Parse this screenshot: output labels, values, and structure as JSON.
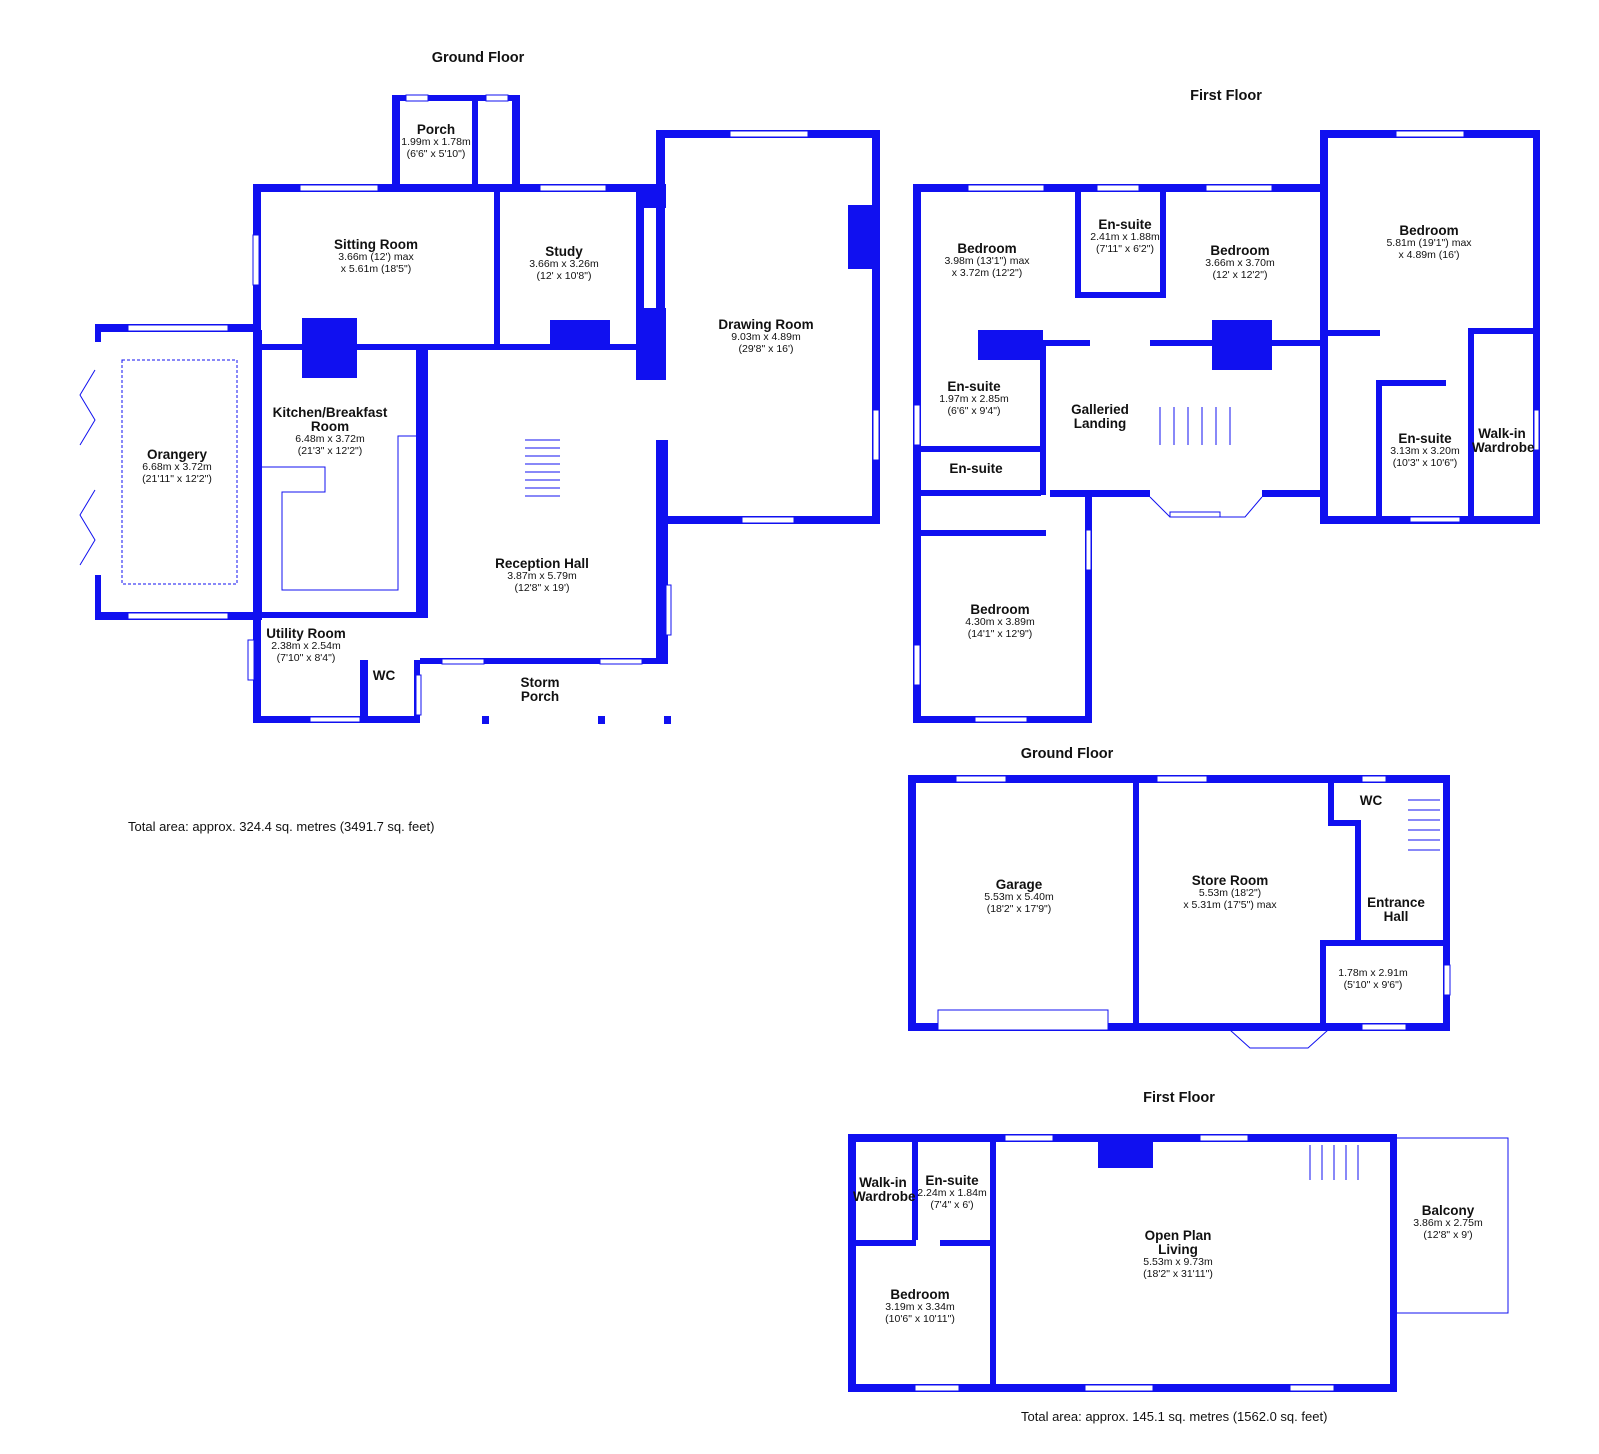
{
  "wall_color": "#1010f0",
  "floors": [
    {
      "title": "Ground Floor",
      "rooms": [
        {
          "name": "Porch",
          "dims": [
            "1.99m x 1.78m",
            "(6'6\" x 5'10\")"
          ]
        },
        {
          "name": "Sitting Room",
          "dims": [
            "3.66m (12') max",
            "x 5.61m (18'5\")"
          ]
        },
        {
          "name": "Study",
          "dims": [
            "3.66m x 3.26m",
            "(12' x 10'8\")"
          ]
        },
        {
          "name": "Drawing Room",
          "dims": [
            "9.03m x 4.89m",
            "(29'8\" x 16')"
          ]
        },
        {
          "name": "Kitchen/Breakfast Room",
          "dims": [
            "6.48m x 3.72m",
            "(21'3\" x 12'2\")"
          ]
        },
        {
          "name": "Orangery",
          "dims": [
            "6.68m x 3.72m",
            "(21'11\" x 12'2\")"
          ]
        },
        {
          "name": "Reception Hall",
          "dims": [
            "3.87m x 5.79m",
            "(12'8\" x 19')"
          ]
        },
        {
          "name": "Utility Room",
          "dims": [
            "2.38m x 2.54m",
            "(7'10\" x 8'4\")"
          ]
        },
        {
          "name": "WC",
          "dims": []
        },
        {
          "name": "Storm Porch",
          "dims": []
        }
      ],
      "total": "Total area: approx. 324.4 sq. metres (3491.7 sq. feet)"
    },
    {
      "title": "First Floor",
      "rooms": [
        {
          "name": "Bedroom",
          "dims": [
            "3.98m (13'1\") max",
            "x 3.72m (12'2\")"
          ]
        },
        {
          "name": "En-suite",
          "dims": [
            "2.41m x 1.88m",
            "(7'11\" x 6'2\")"
          ]
        },
        {
          "name": "Bedroom",
          "dims": [
            "3.66m x 3.70m",
            "(12' x 12'2\")"
          ]
        },
        {
          "name": "Bedroom",
          "dims": [
            "5.81m (19'1\") max",
            "x 4.89m (16')"
          ]
        },
        {
          "name": "En-suite",
          "dims": [
            "1.97m x 2.85m",
            "(6'6\" x 9'4\")"
          ]
        },
        {
          "name": "Galleried Landing",
          "dims": []
        },
        {
          "name": "En-suite",
          "dims": []
        },
        {
          "name": "En-suite",
          "dims": [
            "3.13m x 3.20m",
            "(10'3\" x 10'6\")"
          ]
        },
        {
          "name": "Walk-in Wardrobe",
          "dims": []
        },
        {
          "name": "Bedroom",
          "dims": [
            "4.30m x 3.89m",
            "(14'1\" x 12'9\")"
          ]
        }
      ]
    },
    {
      "title": "Ground Floor",
      "rooms": [
        {
          "name": "Garage",
          "dims": [
            "5.53m x 5.40m",
            "(18'2\" x 17'9\")"
          ]
        },
        {
          "name": "Store Room",
          "dims": [
            "5.53m (18'2\")",
            "x 5.31m (17'5\") max"
          ]
        },
        {
          "name": "WC",
          "dims": []
        },
        {
          "name": "Entrance Hall",
          "dims": []
        },
        {
          "name": "",
          "dims": [
            "1.78m x 2.91m",
            "(5'10\" x 9'6\")"
          ]
        }
      ]
    },
    {
      "title": "First Floor",
      "rooms": [
        {
          "name": "Walk-in Wardrobe",
          "dims": []
        },
        {
          "name": "En-suite",
          "dims": [
            "2.24m x 1.84m",
            "(7'4\" x 6')"
          ]
        },
        {
          "name": "Open Plan Living",
          "dims": [
            "5.53m x 9.73m",
            "(18'2\" x 31'11\")"
          ]
        },
        {
          "name": "Balcony",
          "dims": [
            "3.86m x 2.75m",
            "(12'8\" x 9')"
          ]
        },
        {
          "name": "Bedroom",
          "dims": [
            "3.19m x 3.34m",
            "(10'6\" x 10'11\")"
          ]
        }
      ],
      "total": "Total area: approx. 145.1 sq. metres (1562.0 sq. feet)"
    }
  ]
}
